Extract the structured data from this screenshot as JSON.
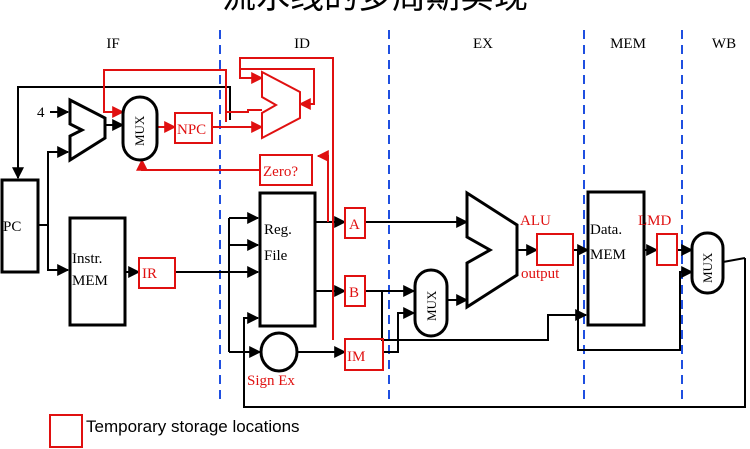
{
  "title": "流水线的多周期实现",
  "colors": {
    "black": "#000000",
    "red": "#e01010",
    "blue_divider": "#1f4fe0",
    "background": "#ffffff"
  },
  "stages": [
    "IF",
    "ID",
    "EX",
    "MEM",
    "WB"
  ],
  "blocks": {
    "pc": "PC",
    "instr_mem_line1": "Instr.",
    "instr_mem_line2": "MEM",
    "reg_file_line1": "Reg.",
    "reg_file_line2": "File",
    "data_mem_line1": "Data.",
    "data_mem_line2": "MEM",
    "const_four": "4",
    "mux": "MUX",
    "sign_ex": "Sign Ex"
  },
  "registers": {
    "npc": "NPC",
    "ir": "IR",
    "a": "A",
    "b": "B",
    "im": "IM",
    "zero": "Zero?",
    "alu_output_line1": "ALU",
    "alu_output_line2": "output",
    "lmd": "LMD"
  },
  "legend": {
    "label": "Temporary storage locations"
  }
}
